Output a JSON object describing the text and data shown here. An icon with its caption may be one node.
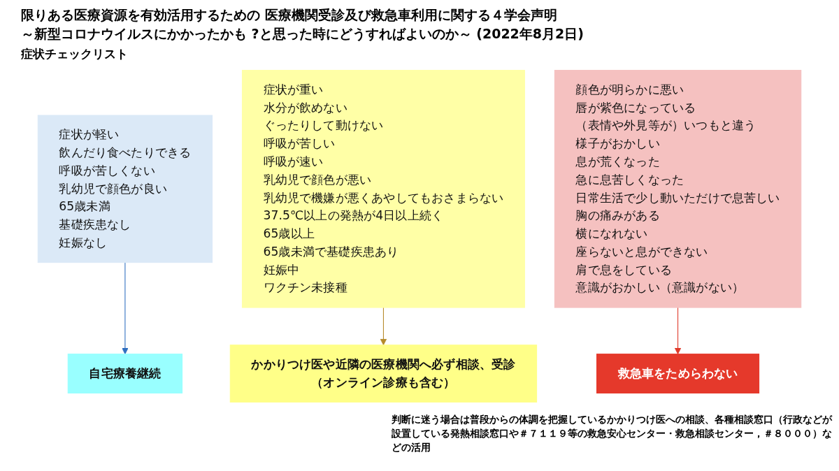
{
  "diagram": {
    "title": "限りある医療資源を有効活用するための 医療機関受診及び救急車利用に関する４学会声明",
    "nodes": [
      {
        "text": [
          "症状が軽い",
          "飲んだり食べたりできる",
          "呼吸が苦しくない",
          "乳幼児で顔色が良い",
          "65歳未満",
          "基礎疾患なし",
          "妊娠なし"
        ]
      },
      {
        "text": [
          "症状が重い",
          "水分が飲めない",
          "ぐったりして動けない",
          "呼吸が苦しい",
          "呼吸が速い",
          "乳幼児で顔色が悪い",
          "乳幼児で機嫌が悪くあやしてもおさまらない",
          "37.5℃以上の発熱が4日以上続く",
          "65歳以上",
          "65歳未満で基礎疾患あり",
          "妊娠中",
          "ワクチン未接種"
        ]
      },
      {
        "text": [
          "顔色が明らかに悪い",
          "唇が紫色になっている",
          "（表情や外見等が）いつもと違う",
          "様子がおかしい",
          "息が荒くなった",
          "急に息苦しくなった",
          "日常生活で少し動いただけで息苦しい",
          "胸の痛みがある",
          "横になれない",
          "座らないと息ができない",
          "肩で息をしている",
          "意識がおかしい（意識がない）"
        ]
      },
      {
        "text": [
          "自宅療養継続"
        ]
      },
      {
        "text": [
          "かかりつけ医や近隣の医療機関へ必ず相談、受診",
          "（オンライン診療も含む）"
        ]
      },
      {
        "text": [
          "救急車をためらわない"
        ]
      }
    ],
    "edges": [
      {
        "from": 0,
        "to": 3,
        "arrow": "to",
        "color": "#2f6fc0"
      },
      {
        "from": 1,
        "to": 4,
        "arrow": "to",
        "color": "#b58a2a"
      },
      {
        "from": 2,
        "to": 5,
        "arrow": "to",
        "color": "#e03a2a"
      }
    ],
    "labels": [
      "～新型コロナウイルスにかかったかも ?と思った時にどうすればよいのか～ (2022年8月2日)",
      "症状チェックリスト",
      "判断に迷う場合は普段からの体調を把握しているかかりつけ医への相談、各種相談窓口（行政などが設置している発熱相談窓口や＃７１１９等の救急安心センター・救急相談センター，＃８０００）などの活用"
    ]
  }
}
